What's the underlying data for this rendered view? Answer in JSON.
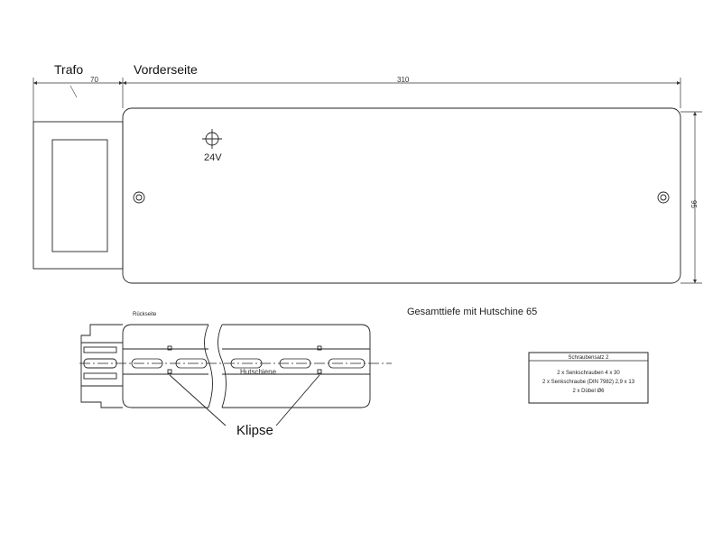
{
  "front": {
    "label_trafo": "Trafo",
    "label_vorderseite": "Vorderseite",
    "dim_trafo_width": "70",
    "dim_total_width": "310",
    "dim_height": "95",
    "voltage_label": "24V"
  },
  "back": {
    "label_rueckseite": "Rückseite",
    "label_hutschiene": "Hutschiene",
    "label_klipse": "Klipse",
    "depth_note": "Gesamttiefe mit Hutschine 65"
  },
  "screw_table": {
    "title": "Schraubensatz 2",
    "rows": [
      "2 x  Senkschrauben 4 x 30",
      "2 x Senkschraube (DIN 7982) 2,9 x 13",
      "2 x Dübel Ø6"
    ]
  }
}
